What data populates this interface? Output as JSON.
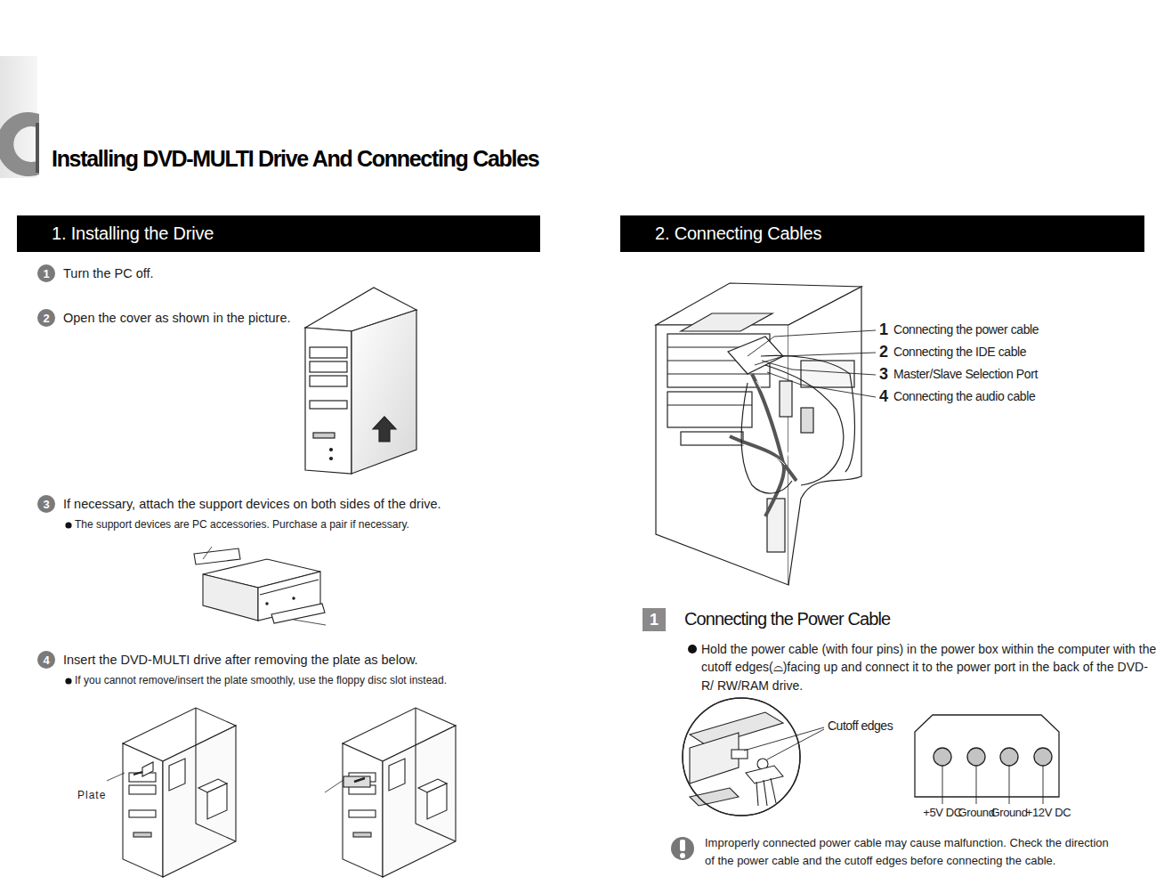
{
  "diagram": {
    "title": "Installing DVD-MULTI Drive And Connecting Cables",
    "nodes": [
      {
        "text": [
          "1. Installing the Drive"
        ]
      },
      {
        "text": [
          "1"
        ]
      },
      {
        "text": [
          "2"
        ]
      },
      {
        "text": [
          "3"
        ]
      },
      {
        "text": [
          "4"
        ]
      },
      {
        "text": [
          "2. Connecting Cables"
        ]
      },
      {
        "text": [
          "1",
          "Connecting the Power Cable"
        ]
      }
    ],
    "labels": [
      "Turn the PC off.",
      "Open the cover as shown in the picture.",
      "If necessary, attach the support devices on both sides of the drive.",
      "The support devices are PC accessories. Purchase a pair if necessary.",
      "Insert the DVD-MULTI drive after removing the plate as below.",
      "If you cannot remove/insert the plate smoothly, use the floppy disc slot instead.",
      "Plate",
      "1",
      "Connecting the power cable",
      "2",
      "Connecting the IDE cable",
      "3",
      "Master/Slave Selection Port",
      "4",
      "Connecting the audio cable",
      "Hold the power cable (with four pins) in the power box within the computer with the cutoff edges(⌓)facing up and connect it to the power port in the back of the DVD-R/ RW/RAM drive.",
      "Cutoff edges",
      "+5V DC",
      "Ground",
      "Ground",
      "+12V DC",
      "Improperly connected power cable may cause malfunction. Check the direction of the power cable and the cutoff edges before connecting the cable."
    ]
  }
}
